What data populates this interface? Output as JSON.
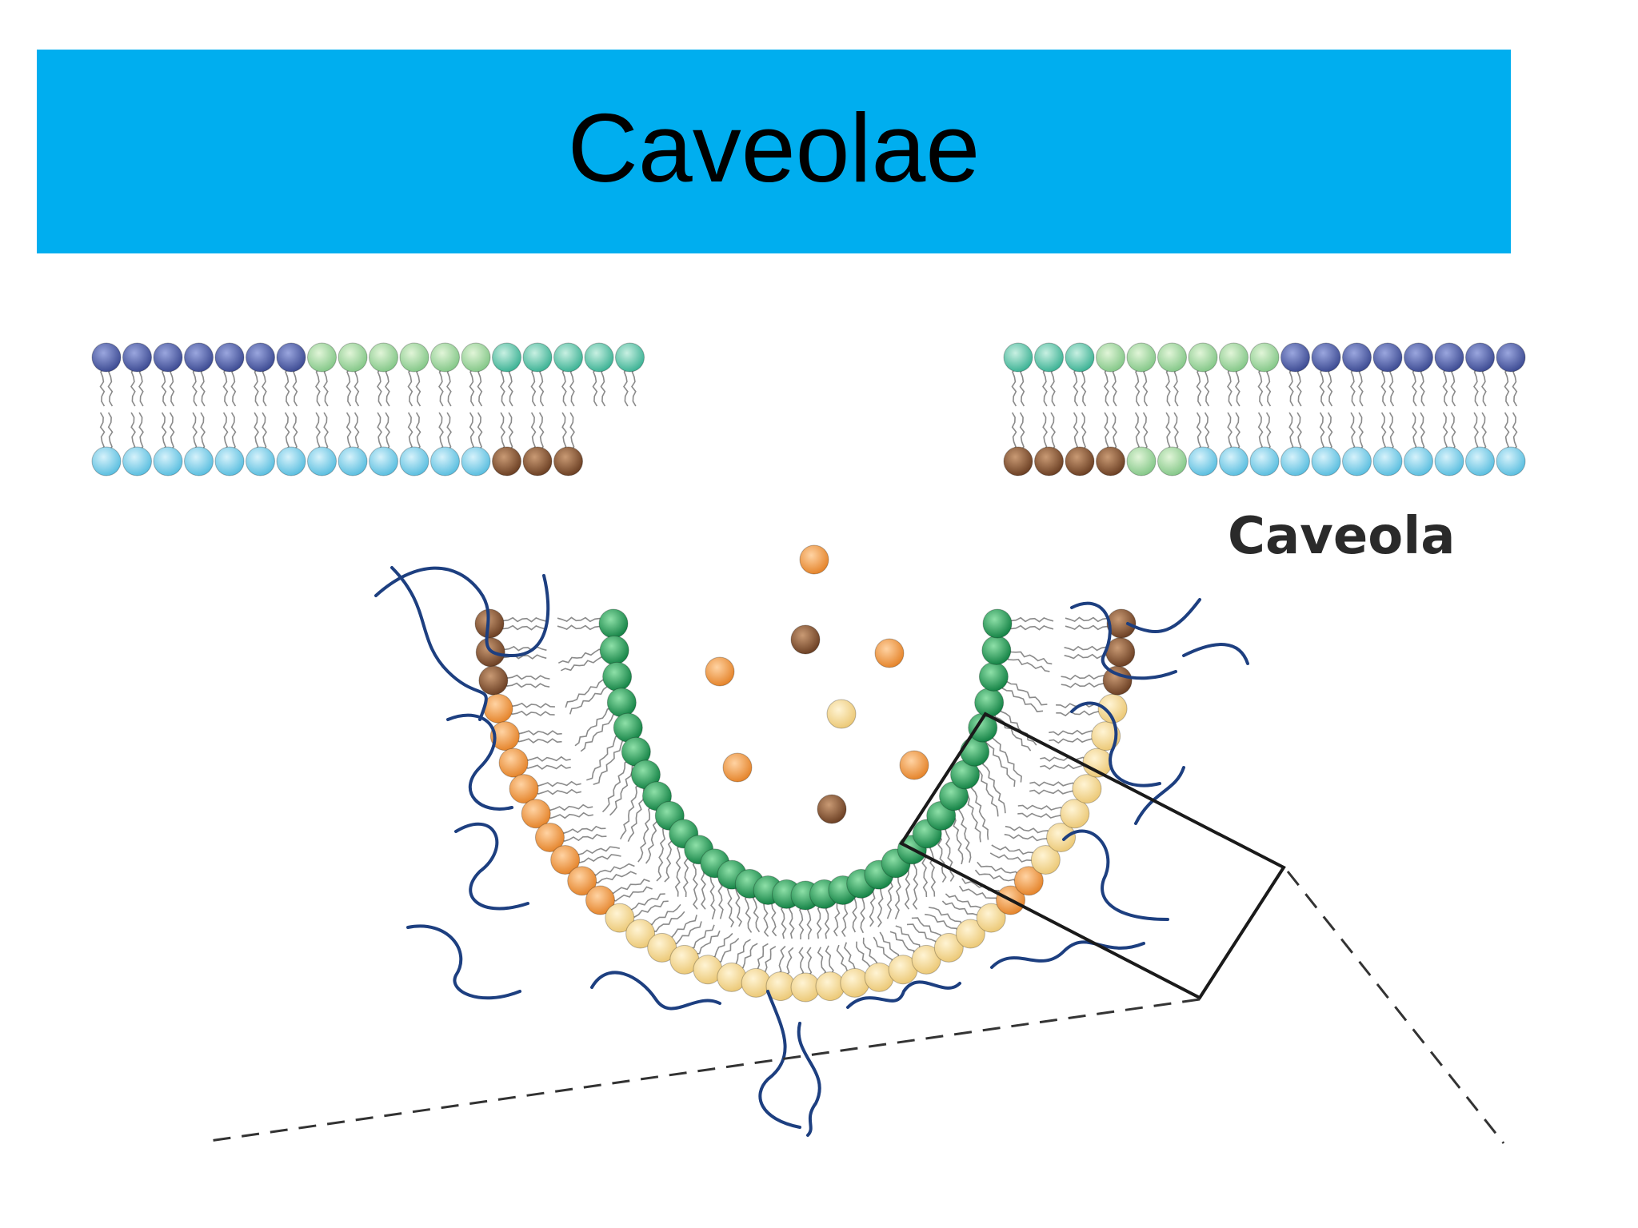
{
  "title": "Caveolae",
  "diagram": {
    "label": "Caveola",
    "icon": "caveola-membrane-invagination-diagram",
    "colors": {
      "title_bar": "#00aeef",
      "lipid_blue_dark": "#5a69ad",
      "lipid_blue_light": "#88d3ea",
      "lipid_light_green": "#a6dba6",
      "lipid_teal": "#6ecfb8",
      "lipid_green": "#27a65e",
      "lipid_brown": "#8f5d3a",
      "lipid_orange": "#f2a252",
      "lipid_pale_yellow": "#f5dc98",
      "caveolin": "#1d3f80",
      "callout": "#1a1a1a"
    }
  }
}
